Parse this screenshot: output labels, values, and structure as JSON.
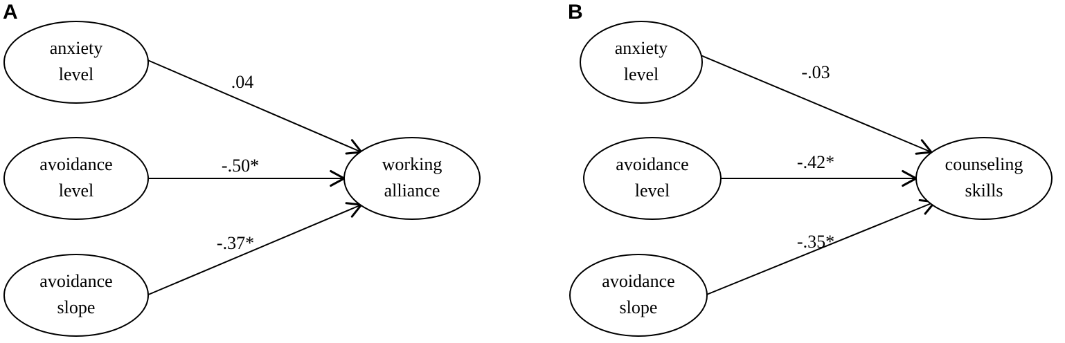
{
  "panels": [
    {
      "letter": "A",
      "nodes": [
        {
          "id": "anxiety",
          "lines": [
            "anxiety",
            "level"
          ]
        },
        {
          "id": "avoid_level",
          "lines": [
            "avoidance",
            "level"
          ]
        },
        {
          "id": "avoid_slope",
          "lines": [
            "avoidance",
            "slope"
          ]
        },
        {
          "id": "outcome",
          "lines": [
            "working",
            "alliance"
          ]
        }
      ],
      "edges": [
        {
          "from": "anxiety",
          "to": "outcome",
          "label": ".04"
        },
        {
          "from": "avoid_level",
          "to": "outcome",
          "label": "-.50*"
        },
        {
          "from": "avoid_slope",
          "to": "outcome",
          "label": "-.37*"
        }
      ]
    },
    {
      "letter": "B",
      "nodes": [
        {
          "id": "anxiety",
          "lines": [
            "anxiety",
            "level"
          ]
        },
        {
          "id": "avoid_level",
          "lines": [
            "avoidance",
            "level"
          ]
        },
        {
          "id": "avoid_slope",
          "lines": [
            "avoidance",
            "slope"
          ]
        },
        {
          "id": "outcome",
          "lines": [
            "counseling",
            "skills"
          ]
        }
      ],
      "edges": [
        {
          "from": "anxiety",
          "to": "outcome",
          "label": "-.03"
        },
        {
          "from": "avoid_level",
          "to": "outcome",
          "label": "-.42*"
        },
        {
          "from": "avoid_slope",
          "to": "outcome",
          "label": "-.35*"
        }
      ]
    }
  ]
}
